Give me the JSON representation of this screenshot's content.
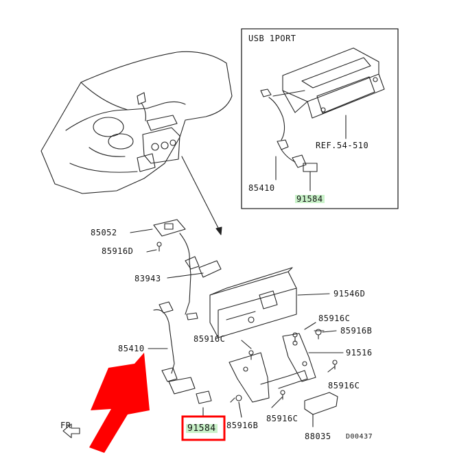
{
  "inset": {
    "title": "USB  1PORT"
  },
  "labels": {
    "ref": "REF.54-510",
    "inset_85410": "85410",
    "inset_91584": "91584",
    "p85052": "85052",
    "p85916D": "85916D",
    "p83943": "83943",
    "p91546D": "91546D",
    "p85916C_a": "85916C",
    "p85916B_a": "85916B",
    "p85916C_b": "85916C",
    "p85410": "85410",
    "p91516": "91516",
    "p85916C_c": "85916C",
    "p85916B_b": "85916B",
    "p85916C_d": "85916C",
    "p88035": "88035",
    "p91584": "91584",
    "fr": "FR",
    "diagram_id": "D00437"
  },
  "colors": {
    "line": "#222222",
    "highlight_green": "#c9f2c9",
    "callout_red": "#ff0000",
    "highlight_box": "#ff0000"
  }
}
